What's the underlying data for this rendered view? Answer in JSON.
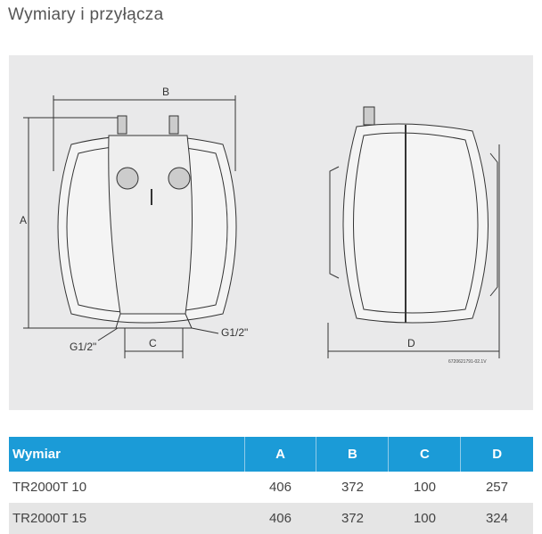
{
  "title": "Wymiary i przyłącza",
  "diagram": {
    "labels": {
      "a": "A",
      "b": "B",
      "c": "C",
      "d": "D",
      "g_left": "G1/2\"",
      "g_right": "G1/2\""
    },
    "code": "6720621791-02.1V"
  },
  "table": {
    "headers": [
      "Wymiar",
      "A",
      "B",
      "C",
      "D"
    ],
    "rows": [
      [
        "TR2000T 10",
        "406",
        "372",
        "100",
        "257"
      ],
      [
        "TR2000T 15",
        "406",
        "372",
        "100",
        "324"
      ]
    ]
  },
  "colors": {
    "header": "#1b9bd7",
    "alt_row": "#e5e5e5",
    "diagram_bg": "#e9e9ea"
  }
}
